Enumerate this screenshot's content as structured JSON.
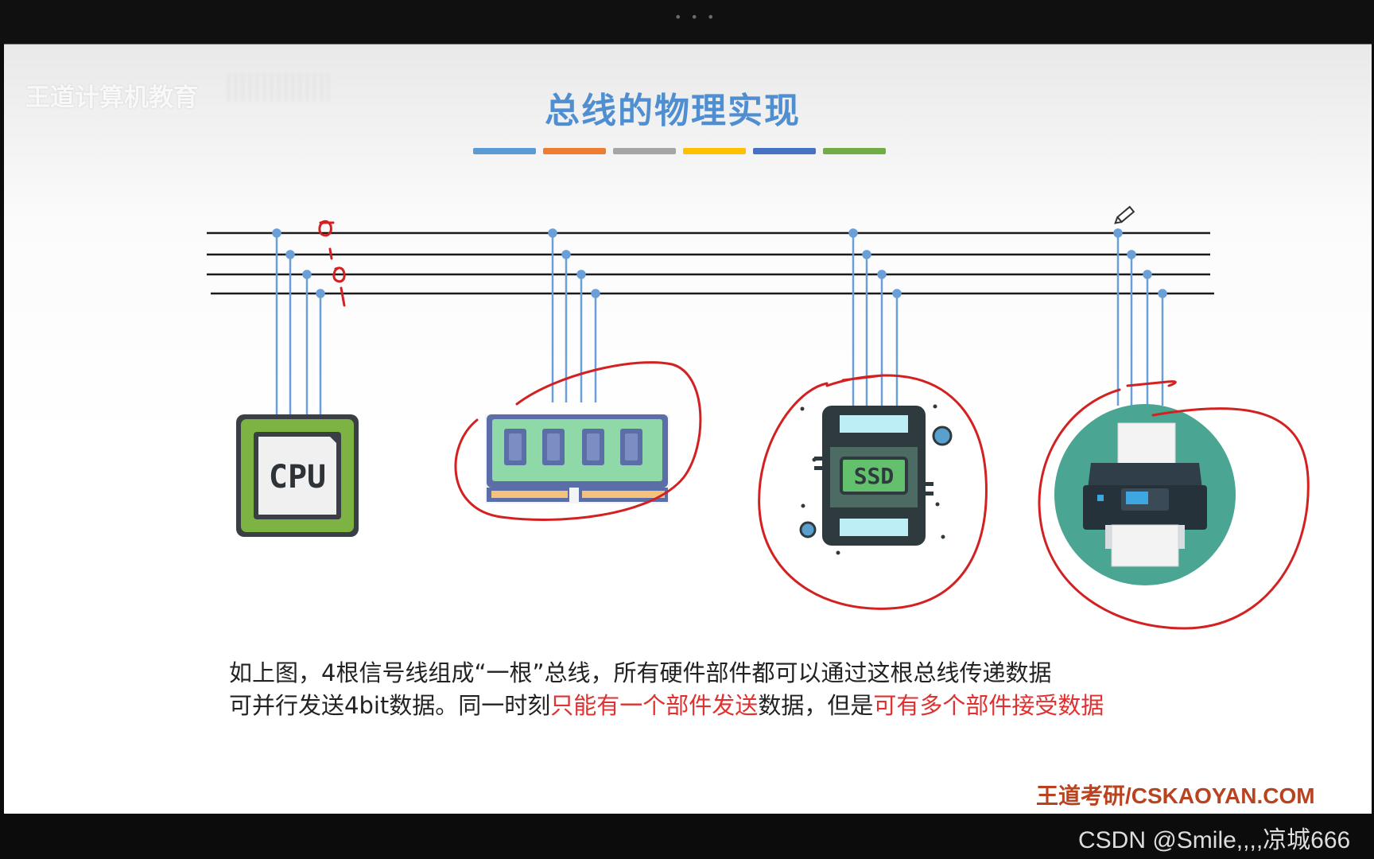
{
  "window": {
    "dots": "• • •"
  },
  "slide": {
    "brand": "王道计算机教育",
    "title": "总线的物理实现",
    "accent_bars": [
      "#5b9bd5",
      "#ed7d31",
      "#a5a5a5",
      "#ffc000",
      "#4472c4",
      "#70ad47"
    ],
    "components": [
      {
        "label": "CPU",
        "icon": "cpu-chip-icon"
      },
      {
        "label": "",
        "icon": "ram-memory-icon"
      },
      {
        "label": "SSD",
        "icon": "ssd-drive-icon"
      },
      {
        "label": "",
        "icon": "printer-icon"
      }
    ],
    "annotation_bits": [
      "0",
      "1",
      "0",
      "1"
    ],
    "caption": {
      "line1": "如上图，4根信号线组成“一根”总线，所有硬件部件都可以通过这根总线传递数据",
      "line2_a": "可并行发送4bit数据。同一时刻",
      "line2_red1": "只能有一个部件发送",
      "line2_b": "数据，但是",
      "line2_red2": "可有多个部件接受数据"
    },
    "footer": "王道考研/CSKAOYAN.COM"
  },
  "overlay": {
    "watermark": "CSDN @Smile,,,,凉城666"
  },
  "colors": {
    "bus_line": "#1a1a1a",
    "wire": "#6a9fd8",
    "ink": "#d32020",
    "title": "#4f8fd1"
  }
}
